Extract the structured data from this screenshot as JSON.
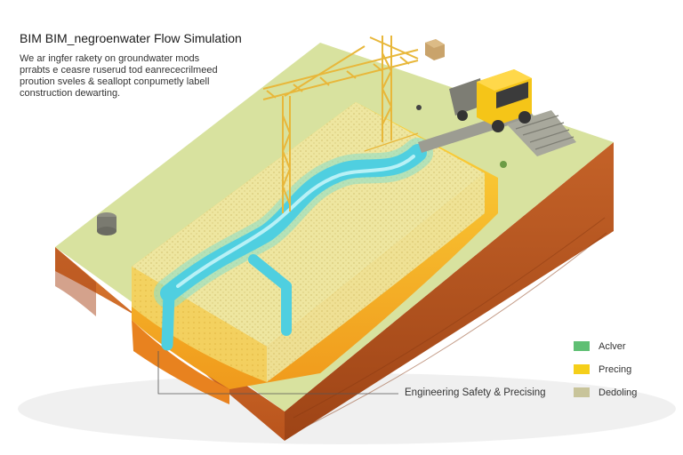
{
  "title": "BIM BIM_negroenwater Flow Simulation",
  "description_lines": [
    "We ar ingfer rakety on groundwater mods",
    "prrabts e ceasre ruserud tod eanrececrilmeed",
    "proution sveles & seallopt conpumetly labell",
    "construction dewarting."
  ],
  "callout_label": "Engineering Safety & Precising",
  "legend": {
    "items": [
      {
        "label": "Aclver",
        "color": "#5fbf73"
      },
      {
        "label": "Precing",
        "color": "#f5cf1a"
      },
      {
        "label": "Dedoling",
        "color": "#c8c49a"
      }
    ]
  },
  "colors": {
    "surface": "#d8e29f",
    "soil_front": "#cf6b28",
    "soil_right": "#b8561e",
    "gravel": "#efe7a4",
    "water": "#4fcfe0",
    "zone_yellow": "#f5cf1a",
    "crane": "#e8b73a",
    "truck": "#f5c518"
  }
}
